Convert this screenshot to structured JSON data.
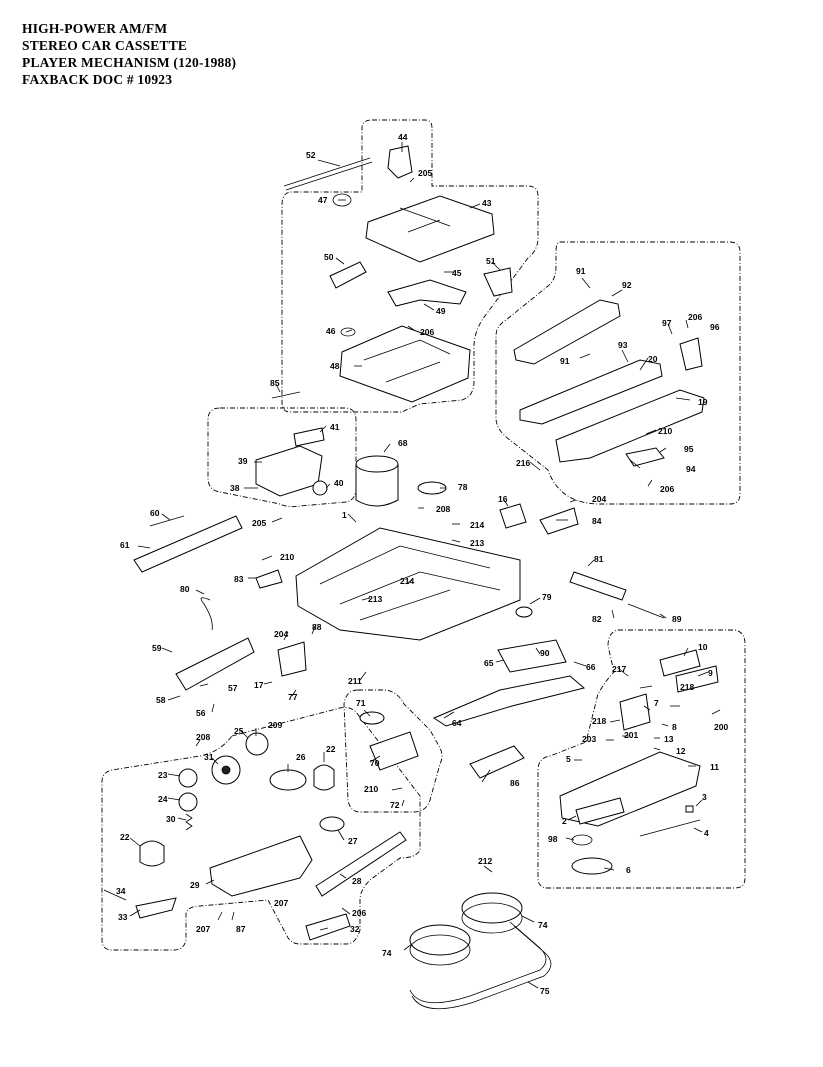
{
  "header": {
    "lines": [
      "HIGH-POWER AM/FM",
      "STEREO CAR CASSETTE",
      "PLAYER MECHANISM  (120-1988)",
      "FAXBACK DOC # 10923"
    ]
  },
  "callouts": [
    {
      "id": "c44",
      "text": "44"
    },
    {
      "id": "c52",
      "text": "52"
    },
    {
      "id": "c205a",
      "text": "205"
    },
    {
      "id": "c47",
      "text": "47"
    },
    {
      "id": "c43",
      "text": "43"
    },
    {
      "id": "c50",
      "text": "50"
    },
    {
      "id": "c45",
      "text": "45"
    },
    {
      "id": "c51",
      "text": "51"
    },
    {
      "id": "c49",
      "text": "49"
    },
    {
      "id": "c46",
      "text": "46"
    },
    {
      "id": "c206a",
      "text": "206"
    },
    {
      "id": "c48",
      "text": "48"
    },
    {
      "id": "c91a",
      "text": "91"
    },
    {
      "id": "c92",
      "text": "92"
    },
    {
      "id": "c97",
      "text": "97"
    },
    {
      "id": "c206b",
      "text": "206"
    },
    {
      "id": "c96",
      "text": "96"
    },
    {
      "id": "c91b",
      "text": "91"
    },
    {
      "id": "c93",
      "text": "93"
    },
    {
      "id": "c20",
      "text": "20"
    },
    {
      "id": "c19",
      "text": "19"
    },
    {
      "id": "c210a",
      "text": "210"
    },
    {
      "id": "c95",
      "text": "95"
    },
    {
      "id": "c216",
      "text": "216"
    },
    {
      "id": "c94",
      "text": "94"
    },
    {
      "id": "c206c",
      "text": "206"
    },
    {
      "id": "c85",
      "text": "85"
    },
    {
      "id": "c41",
      "text": "41"
    },
    {
      "id": "c68",
      "text": "68"
    },
    {
      "id": "c39",
      "text": "39"
    },
    {
      "id": "c38",
      "text": "38"
    },
    {
      "id": "c40",
      "text": "40"
    },
    {
      "id": "c78",
      "text": "78"
    },
    {
      "id": "c208a",
      "text": "208"
    },
    {
      "id": "c16",
      "text": "16"
    },
    {
      "id": "c204a",
      "text": "204"
    },
    {
      "id": "c84",
      "text": "84"
    },
    {
      "id": "c205b",
      "text": "205"
    },
    {
      "id": "c1",
      "text": "1"
    },
    {
      "id": "c214a",
      "text": "214"
    },
    {
      "id": "c213a",
      "text": "213"
    },
    {
      "id": "c60",
      "text": "60"
    },
    {
      "id": "c61",
      "text": "61"
    },
    {
      "id": "c210b",
      "text": "210"
    },
    {
      "id": "c83",
      "text": "83"
    },
    {
      "id": "c214b",
      "text": "214"
    },
    {
      "id": "c81",
      "text": "81"
    },
    {
      "id": "c80",
      "text": "80"
    },
    {
      "id": "c213b",
      "text": "213"
    },
    {
      "id": "c79",
      "text": "79"
    },
    {
      "id": "c82",
      "text": "82"
    },
    {
      "id": "c89",
      "text": "89"
    },
    {
      "id": "c59",
      "text": "59"
    },
    {
      "id": "c204b",
      "text": "204"
    },
    {
      "id": "c88",
      "text": "88"
    },
    {
      "id": "c90",
      "text": "90"
    },
    {
      "id": "c10",
      "text": "10"
    },
    {
      "id": "c65",
      "text": "65"
    },
    {
      "id": "c66",
      "text": "66"
    },
    {
      "id": "c9",
      "text": "9"
    },
    {
      "id": "c17",
      "text": "17"
    },
    {
      "id": "c77",
      "text": "77"
    },
    {
      "id": "c57",
      "text": "57"
    },
    {
      "id": "c58",
      "text": "58"
    },
    {
      "id": "c211",
      "text": "211"
    },
    {
      "id": "c217",
      "text": "217"
    },
    {
      "id": "c56",
      "text": "56"
    },
    {
      "id": "c218a",
      "text": "218"
    },
    {
      "id": "c7",
      "text": "7"
    },
    {
      "id": "c200",
      "text": "200"
    },
    {
      "id": "c71",
      "text": "71"
    },
    {
      "id": "c64",
      "text": "64"
    },
    {
      "id": "c218b",
      "text": "218"
    },
    {
      "id": "c8",
      "text": "8"
    },
    {
      "id": "c209",
      "text": "209"
    },
    {
      "id": "c25",
      "text": "25"
    },
    {
      "id": "c201",
      "text": "201"
    },
    {
      "id": "c13",
      "text": "13"
    },
    {
      "id": "c208b",
      "text": "208"
    },
    {
      "id": "c203",
      "text": "203"
    },
    {
      "id": "c12",
      "text": "12"
    },
    {
      "id": "c31",
      "text": "31"
    },
    {
      "id": "c26",
      "text": "26"
    },
    {
      "id": "c22a",
      "text": "22"
    },
    {
      "id": "c70",
      "text": "70"
    },
    {
      "id": "c5",
      "text": "5"
    },
    {
      "id": "c11",
      "text": "11"
    },
    {
      "id": "c23",
      "text": "23"
    },
    {
      "id": "c86",
      "text": "86"
    },
    {
      "id": "c24",
      "text": "24"
    },
    {
      "id": "c210c",
      "text": "210"
    },
    {
      "id": "c72",
      "text": "72"
    },
    {
      "id": "c3",
      "text": "3"
    },
    {
      "id": "c30",
      "text": "30"
    },
    {
      "id": "c27",
      "text": "27"
    },
    {
      "id": "c2",
      "text": "2"
    },
    {
      "id": "c4",
      "text": "4"
    },
    {
      "id": "c22b",
      "text": "22"
    },
    {
      "id": "c98",
      "text": "98"
    },
    {
      "id": "c212",
      "text": "212"
    },
    {
      "id": "c6",
      "text": "6"
    },
    {
      "id": "c28",
      "text": "28"
    },
    {
      "id": "c29",
      "text": "29"
    },
    {
      "id": "c34",
      "text": "34"
    },
    {
      "id": "c33",
      "text": "33"
    },
    {
      "id": "c207a",
      "text": "207"
    },
    {
      "id": "c206d",
      "text": "206"
    },
    {
      "id": "c74a",
      "text": "74"
    },
    {
      "id": "c207b",
      "text": "207"
    },
    {
      "id": "c87",
      "text": "87"
    },
    {
      "id": "c32",
      "text": "32"
    },
    {
      "id": "c74b",
      "text": "74"
    },
    {
      "id": "c75",
      "text": "75"
    }
  ]
}
